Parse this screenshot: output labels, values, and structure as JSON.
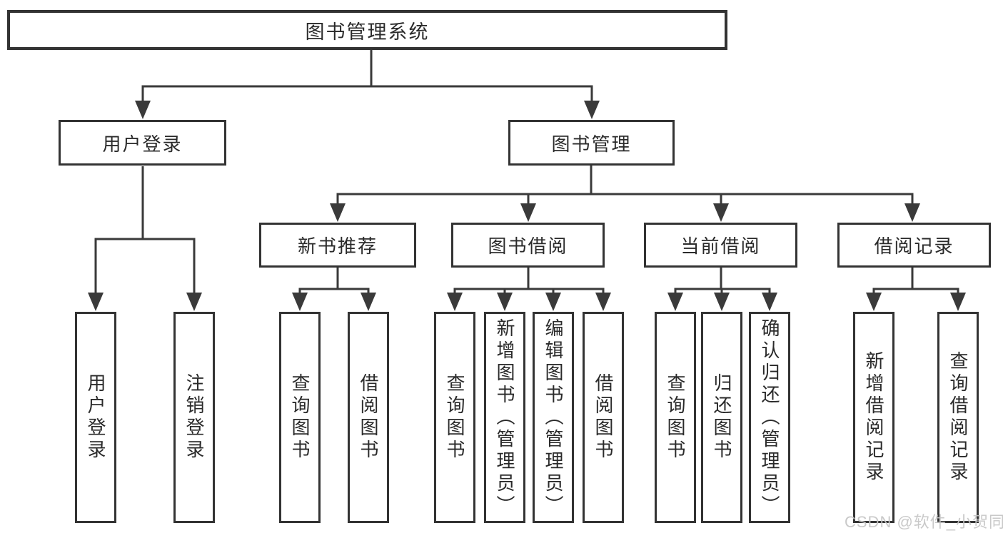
{
  "tree": {
    "root": {
      "label": "图书管理系统",
      "children": [
        {
          "label": "用户登录",
          "children": [
            {
              "label": "用户登录"
            },
            {
              "label": "注销登录"
            }
          ]
        },
        {
          "label": "图书管理",
          "children": [
            {
              "label": "新书推荐",
              "children": [
                {
                  "label": "查询图书"
                },
                {
                  "label": "借阅图书"
                }
              ]
            },
            {
              "label": "图书借阅",
              "children": [
                {
                  "label": "查询图书"
                },
                {
                  "label": "新增图书（管理员）"
                },
                {
                  "label": "编辑图书（管理员）"
                },
                {
                  "label": "借阅图书"
                }
              ]
            },
            {
              "label": "当前借阅",
              "children": [
                {
                  "label": "查询图书"
                },
                {
                  "label": "归还图书"
                },
                {
                  "label": "确认归还（管理员）"
                }
              ]
            },
            {
              "label": "借阅记录",
              "children": [
                {
                  "label": "新增借阅记录"
                },
                {
                  "label": "查询借阅记录"
                }
              ]
            }
          ]
        }
      ]
    }
  },
  "watermark": {
    "text": "CSDN @软件_小贺同学"
  },
  "colors": {
    "line": "#3a3a3a",
    "box_border": "#333333",
    "text": "#2a2a2a",
    "watermark": "#c5c5c5",
    "background": "#ffffff"
  }
}
